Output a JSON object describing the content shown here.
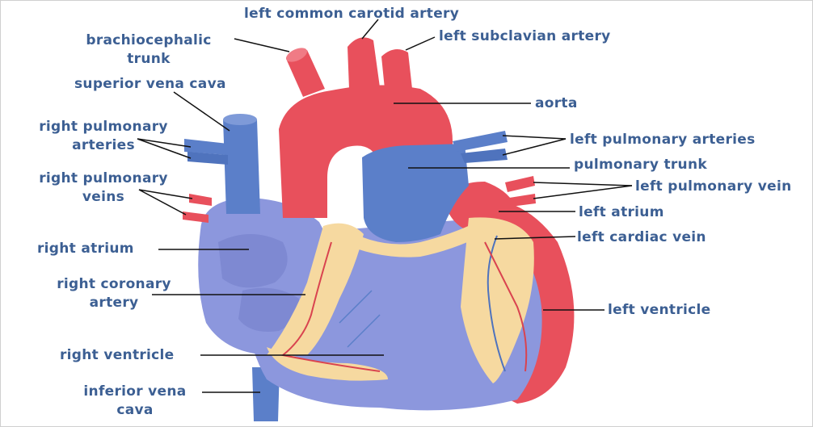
{
  "colors": {
    "label_text": "#3c5f93",
    "leader_line": "#111111",
    "artery_red": "#e8505c",
    "vein_blue": "#5b7fc9",
    "chamber_blue": "#8c97dd",
    "fat_yellow": "#f6d9a0"
  },
  "labels": {
    "left_common_carotid_artery": "left common carotid artery",
    "brachiocephalic_trunk_line1": "brachiocephalic",
    "brachiocephalic_trunk_line2": "trunk",
    "left_subclavian_artery": "left subclavian artery",
    "superior_vena_cava": "superior vena cava",
    "aorta": "aorta",
    "right_pulmonary_arteries_line1": "right pulmonary",
    "right_pulmonary_arteries_line2": "arteries",
    "left_pulmonary_arteries": "left pulmonary arteries",
    "pulmonary_trunk": "pulmonary trunk",
    "right_pulmonary_veins_line1": "right pulmonary",
    "right_pulmonary_veins_line2": "veins",
    "left_pulmonary_vein": "left pulmonary vein",
    "left_atrium": "left atrium",
    "left_cardiac_vein": "left cardiac vein",
    "right_atrium": "right atrium",
    "right_coronary_artery_line1": "right coronary",
    "right_coronary_artery_line2": "artery",
    "left_ventricle": "left ventricle",
    "right_ventricle": "right ventricle",
    "inferior_vena_cava_line1": "inferior vena",
    "inferior_vena_cava_line2": "cava"
  }
}
